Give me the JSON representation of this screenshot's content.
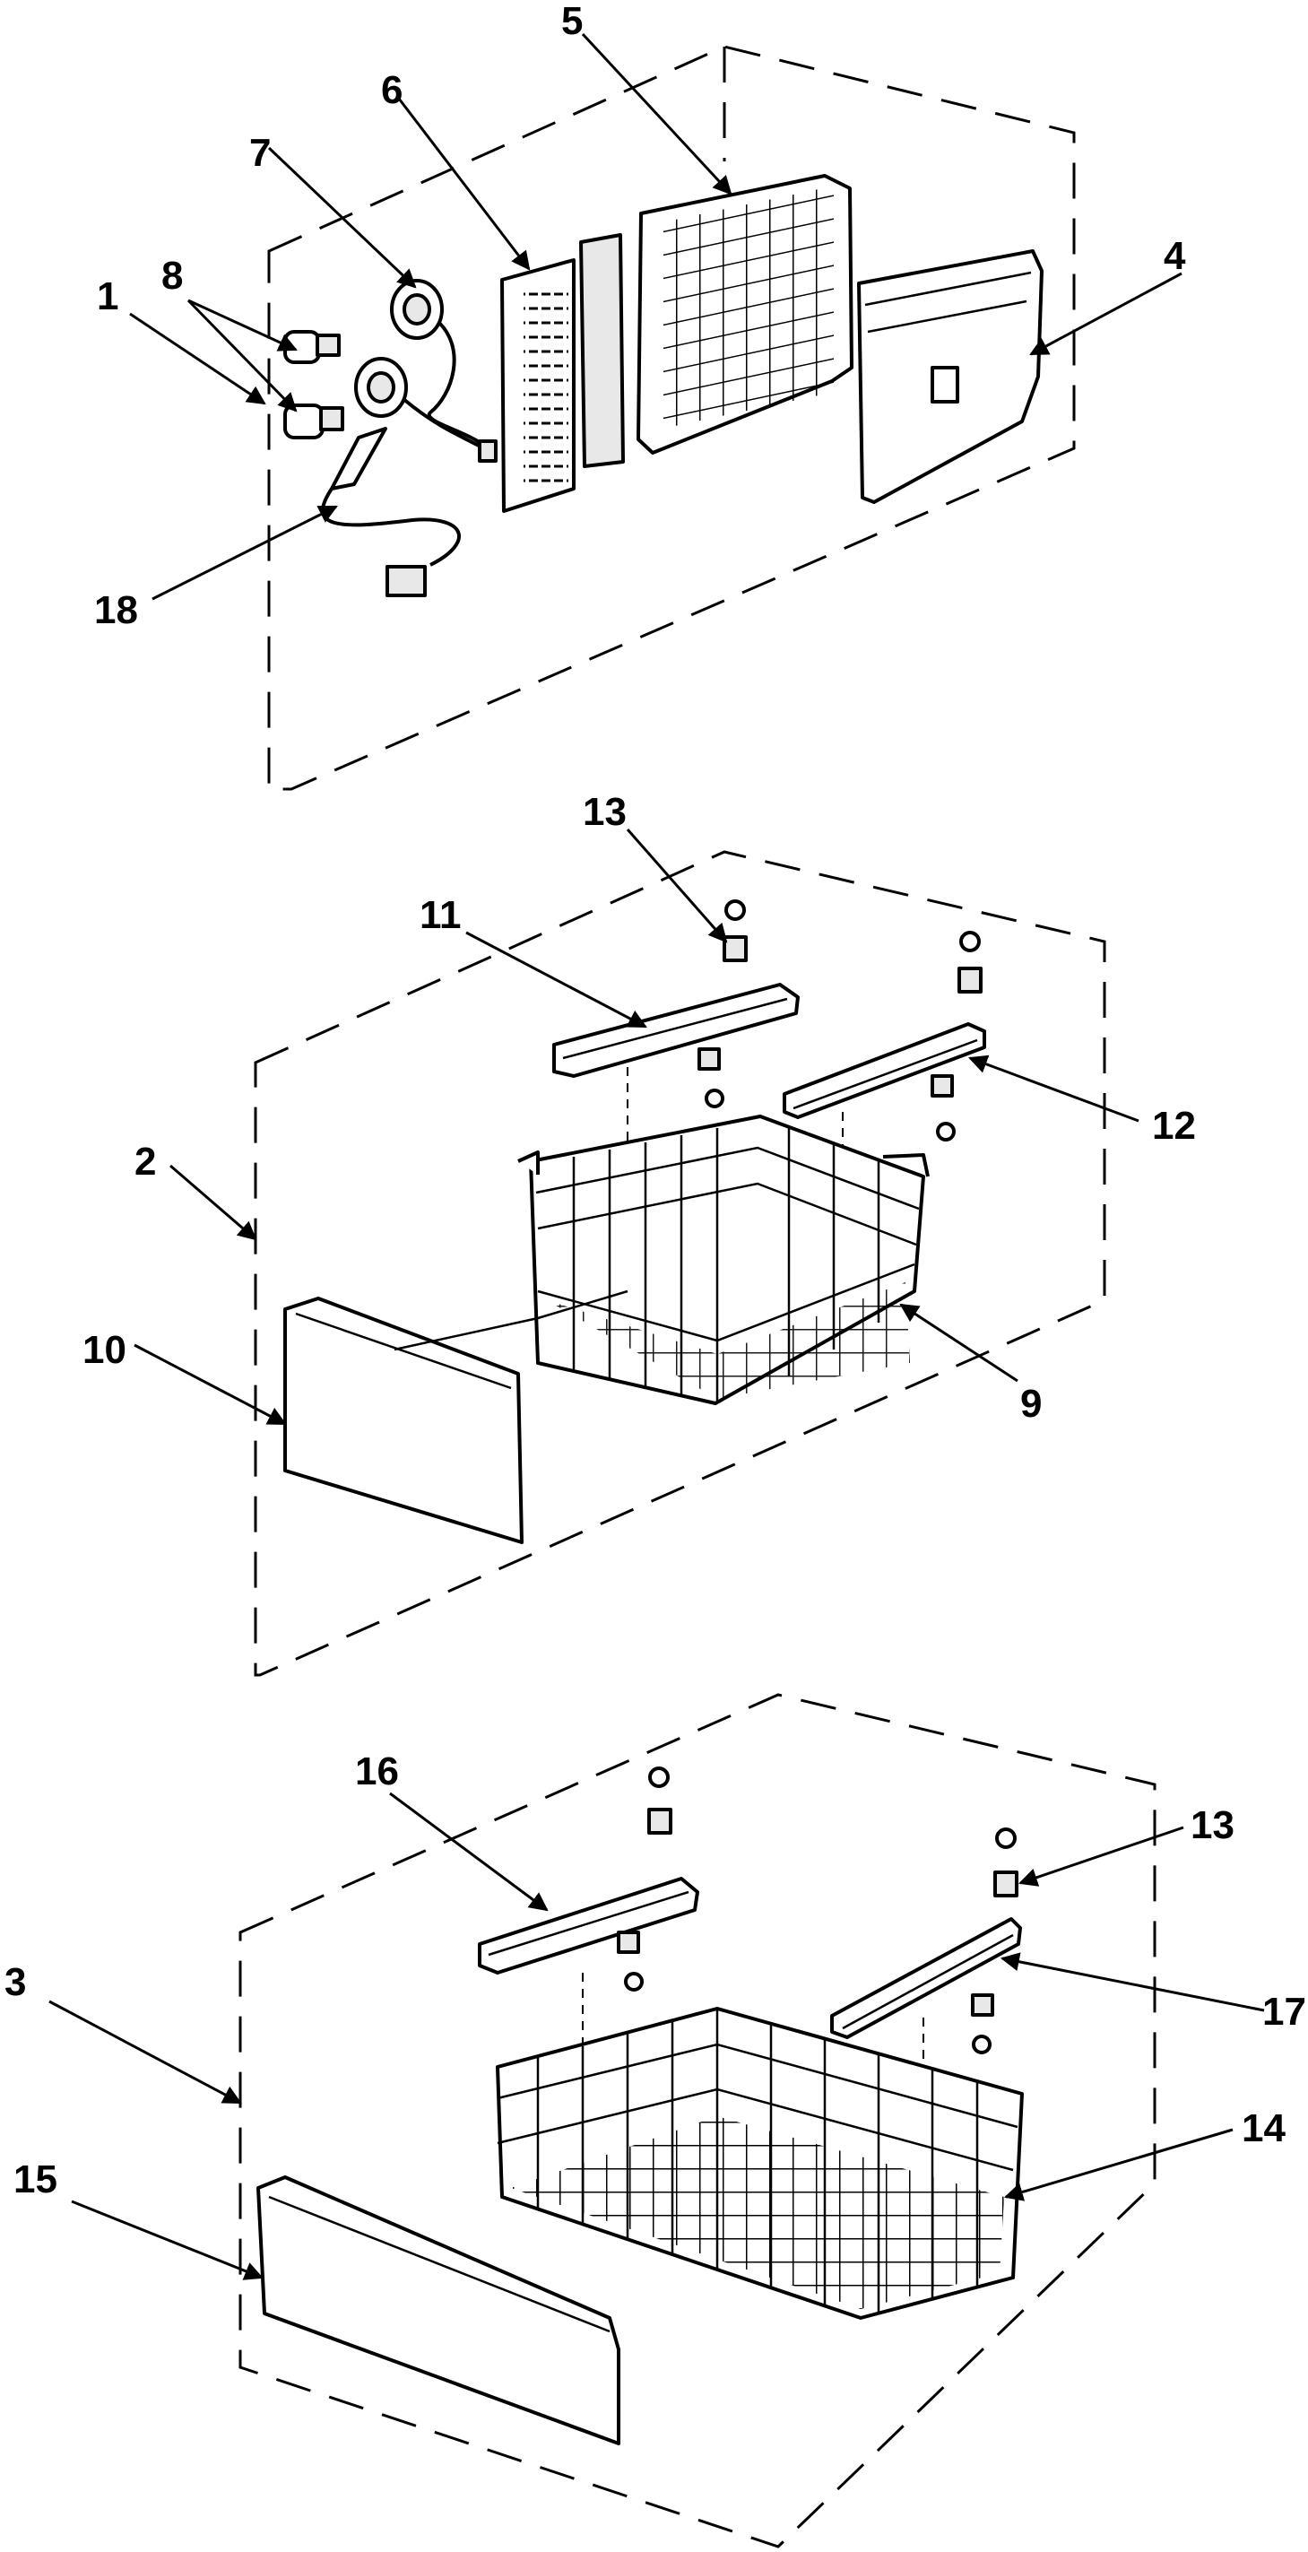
{
  "callouts": [
    {
      "key": "c1",
      "label": "1"
    },
    {
      "key": "c2",
      "label": "2"
    },
    {
      "key": "c3",
      "label": "3"
    },
    {
      "key": "c4",
      "label": "4"
    },
    {
      "key": "c5",
      "label": "5"
    },
    {
      "key": "c6",
      "label": "6"
    },
    {
      "key": "c7",
      "label": "7"
    },
    {
      "key": "c8",
      "label": "8"
    },
    {
      "key": "c9",
      "label": "9"
    },
    {
      "key": "c10",
      "label": "10"
    },
    {
      "key": "c11",
      "label": "11"
    },
    {
      "key": "c12",
      "label": "12"
    },
    {
      "key": "c13a",
      "label": "13"
    },
    {
      "key": "c13b",
      "label": "13"
    },
    {
      "key": "c14",
      "label": "14"
    },
    {
      "key": "c15",
      "label": "15"
    },
    {
      "key": "c16",
      "label": "16"
    },
    {
      "key": "c17",
      "label": "17"
    },
    {
      "key": "c18",
      "label": "18"
    }
  ]
}
